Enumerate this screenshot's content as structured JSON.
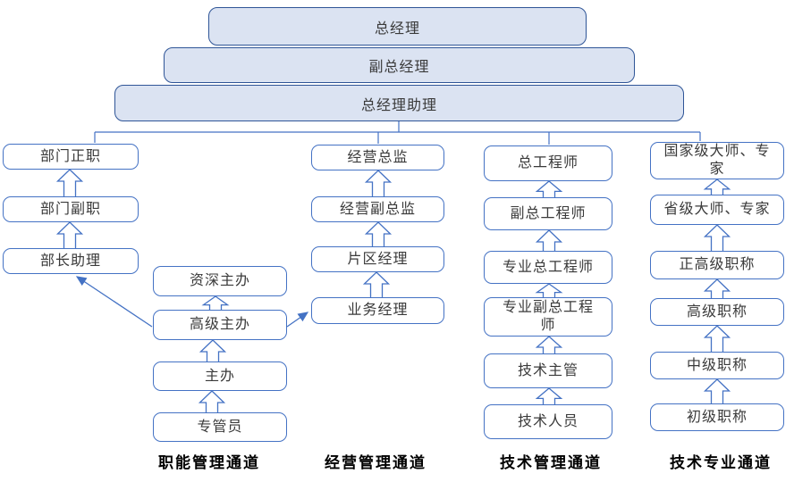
{
  "colors": {
    "pyramid_fill": "#dbe3f2",
    "pyramid_border": "#2f5597",
    "box_border": "#4472c4",
    "connector": "#4472c4",
    "arrow_fill": "#ffffff",
    "text": "#3a3a3a",
    "label_text": "#000000"
  },
  "pyramid": [
    {
      "label": "总经理"
    },
    {
      "label": "副总经理"
    },
    {
      "label": "总经理助理"
    }
  ],
  "channels": [
    {
      "label": "职能管理通道",
      "boxes": [
        {
          "label": "部门正职"
        },
        {
          "label": "部门副职"
        },
        {
          "label": "部长助理"
        },
        {
          "label": "资深主办"
        },
        {
          "label": "高级主办"
        },
        {
          "label": "主办"
        },
        {
          "label": "专管员"
        }
      ]
    },
    {
      "label": "经营管理通道",
      "boxes": [
        {
          "label": "经营总监"
        },
        {
          "label": "经营副总监"
        },
        {
          "label": "片区经理"
        },
        {
          "label": "业务经理"
        }
      ]
    },
    {
      "label": "技术管理通道",
      "boxes": [
        {
          "label": "总工程师"
        },
        {
          "label": "副总工程师"
        },
        {
          "label": "专业总工程师"
        },
        {
          "label": "专业副总工程\n师"
        },
        {
          "label": "技术主管"
        },
        {
          "label": "技术人员"
        }
      ]
    },
    {
      "label": "技术专业通道",
      "boxes": [
        {
          "label": "国家级大师、专\n家"
        },
        {
          "label": "省级大师、专家"
        },
        {
          "label": "正高级职称"
        },
        {
          "label": "高级职称"
        },
        {
          "label": "中级职称"
        },
        {
          "label": "初级职称"
        }
      ]
    }
  ]
}
